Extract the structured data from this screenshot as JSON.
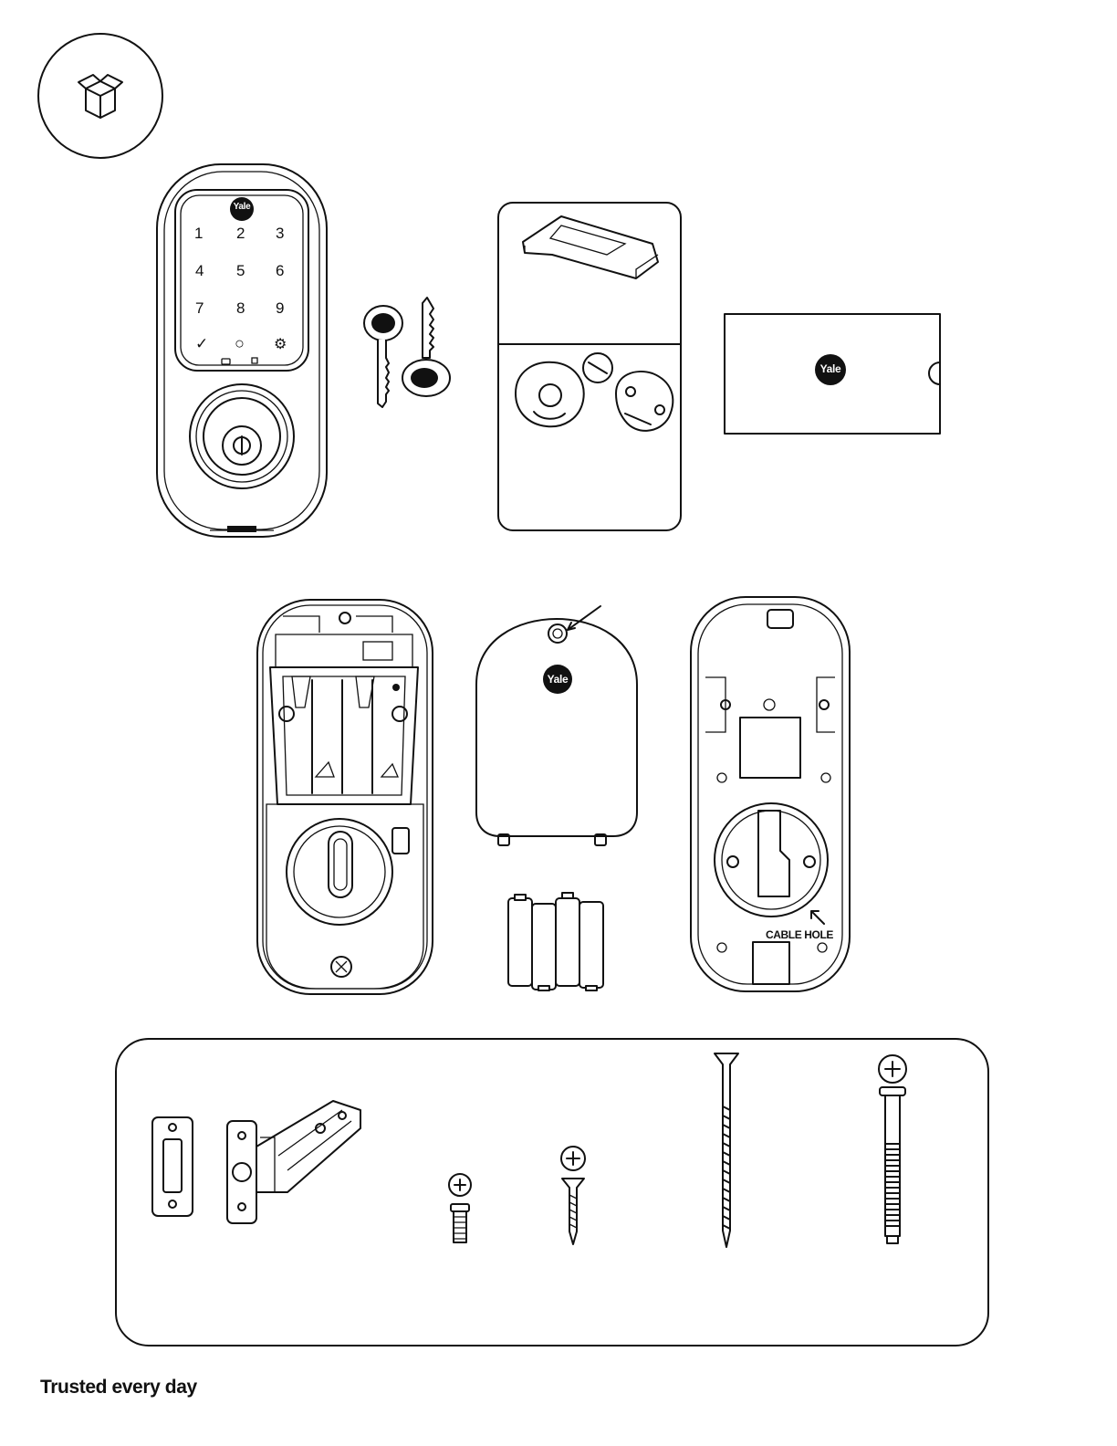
{
  "brand": {
    "logo_text": "Yale"
  },
  "keypad": {
    "rows": [
      [
        "1",
        "2",
        "3"
      ],
      [
        "4",
        "5",
        "6"
      ],
      [
        "7",
        "8",
        "9"
      ]
    ],
    "bottom_row": [
      "✓",
      "○",
      "⚙"
    ]
  },
  "back_plate": {
    "cable_hole_label": "CABLE HOLE"
  },
  "footer": {
    "text": "Trusted every day"
  },
  "icons": {
    "box": "package-box-icon",
    "check": "check-icon",
    "settings": "gear-icon"
  }
}
